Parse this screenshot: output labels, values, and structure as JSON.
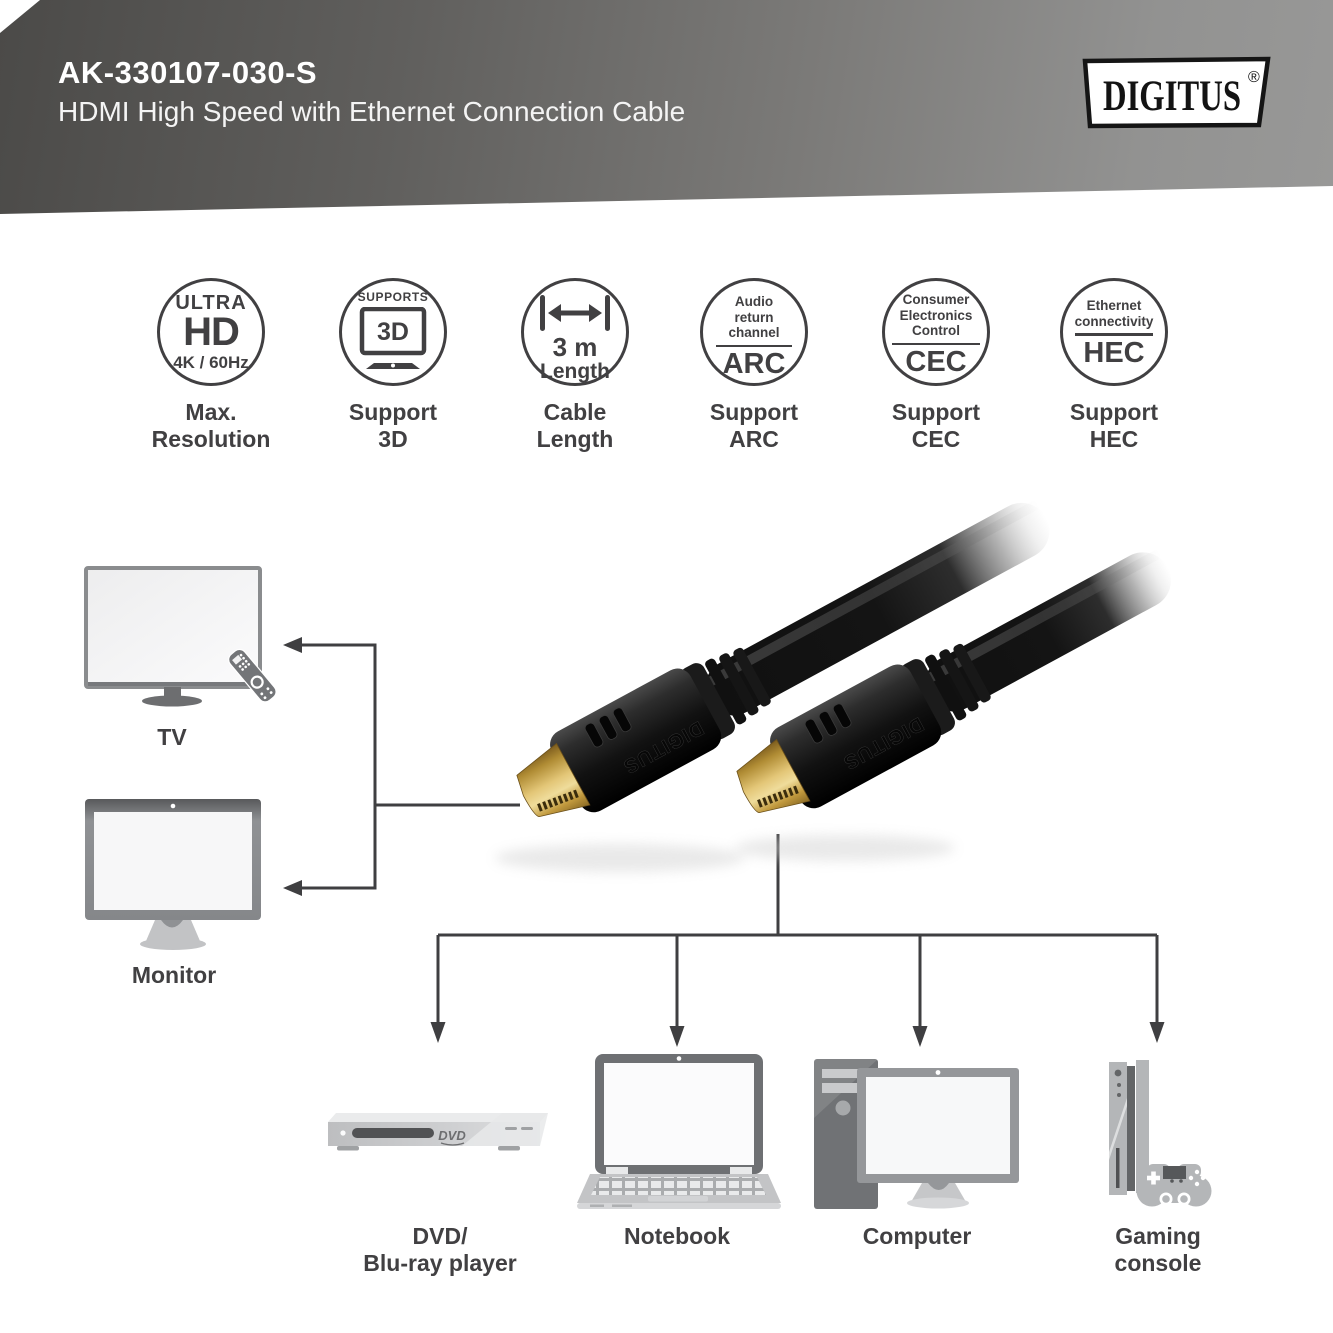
{
  "header": {
    "product_code": "AK-330107-030-S",
    "title": "HDMI High Speed with Ethernet Connection Cable",
    "brand": "DIGITUS",
    "registered": "®"
  },
  "features": [
    {
      "top": "ULTRA",
      "big": "HD",
      "bottom": "4K / 60Hz",
      "caption": [
        "Max.",
        "Resolution"
      ]
    },
    {
      "top": "SUPPORTS",
      "screen": "3D",
      "caption": [
        "Support",
        "3D"
      ]
    },
    {
      "value": "3 m",
      "unit": "Length",
      "caption": [
        "Cable",
        "Length"
      ]
    },
    {
      "lines": [
        "Audio",
        "return",
        "channel"
      ],
      "abbr": "ARC",
      "caption": [
        "Support",
        "ARC"
      ]
    },
    {
      "lines": [
        "Consumer",
        "Electronics",
        "Control"
      ],
      "abbr": "CEC",
      "caption": [
        "Support",
        "CEC"
      ]
    },
    {
      "lines": [
        "Ethernet",
        "connectivity"
      ],
      "abbr": "HEC",
      "caption": [
        "Support",
        "HEC"
      ]
    }
  ],
  "diagram": {
    "cable_label": "DIGITUS",
    "dvd_logo": "DVD",
    "devices": {
      "tv": "TV",
      "monitor": "Monitor",
      "dvd": [
        "DVD/",
        "Blu-ray player"
      ],
      "notebook": "Notebook",
      "computer": "Computer",
      "gaming": [
        "Gaming",
        "console"
      ]
    }
  },
  "colors": {
    "banner_dark": "#4b4a48",
    "banner_light": "#989897",
    "text_dark": "#414042",
    "line": "#3f3f41",
    "icon_dark": "#6d6e70",
    "icon_mid": "#a7a9ac",
    "icon_light": "#bcbec0",
    "connector_gold": "#d9b95f"
  }
}
